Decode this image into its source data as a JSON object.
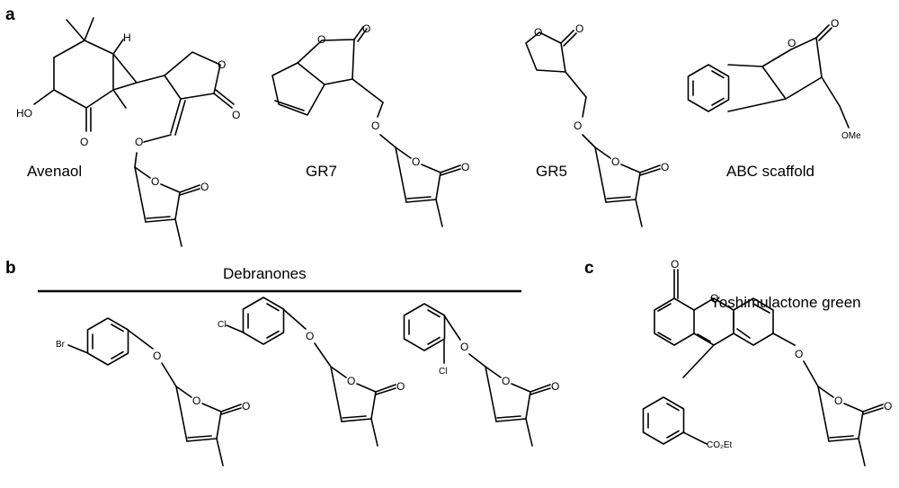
{
  "panels": {
    "a": "a",
    "b": "b",
    "c": "c"
  },
  "compounds": {
    "avenaol": "Avenaol",
    "gr7": "GR7",
    "gr5": "GR5",
    "abc": "ABC scaffold",
    "yoshimulactone": "Yoshimulactone green"
  },
  "group_label": "Debranones",
  "atoms": {
    "O": "O",
    "HO": "HO",
    "H": "H",
    "OMe": "OMe",
    "Br": "Br",
    "Cl": "Cl",
    "CO2Et": "CO₂Et"
  }
}
